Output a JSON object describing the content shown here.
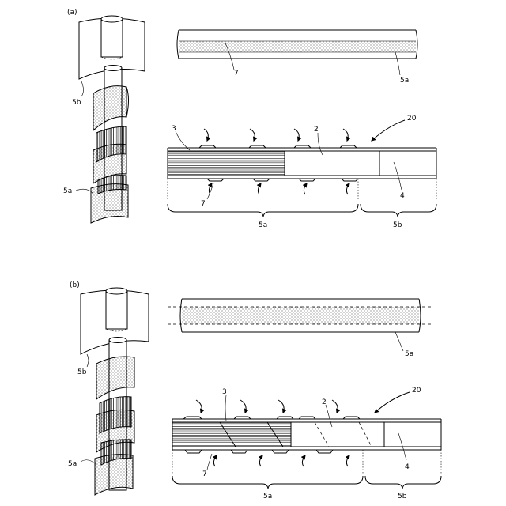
{
  "figure": {
    "panel_a": {
      "label": "(a)",
      "labels": {
        "cyl_5b": "5b",
        "cyl_5a": "5a",
        "strip_7": "7",
        "strip_5a": "5a",
        "sec_3": "3",
        "sec_2": "2",
        "sec_20": "20",
        "sec_4": "4",
        "sec_7": "7",
        "brace_5a": "5a",
        "brace_5b": "5b"
      }
    },
    "panel_b": {
      "label": "(b)",
      "labels": {
        "cyl_5b": "5b",
        "cyl_5a": "5a",
        "strip_5a": "5a",
        "sec_3": "3",
        "sec_2": "2",
        "sec_20": "20",
        "sec_4": "4",
        "sec_7": "7",
        "brace_5a": "5a",
        "brace_5b": "5b"
      }
    }
  }
}
